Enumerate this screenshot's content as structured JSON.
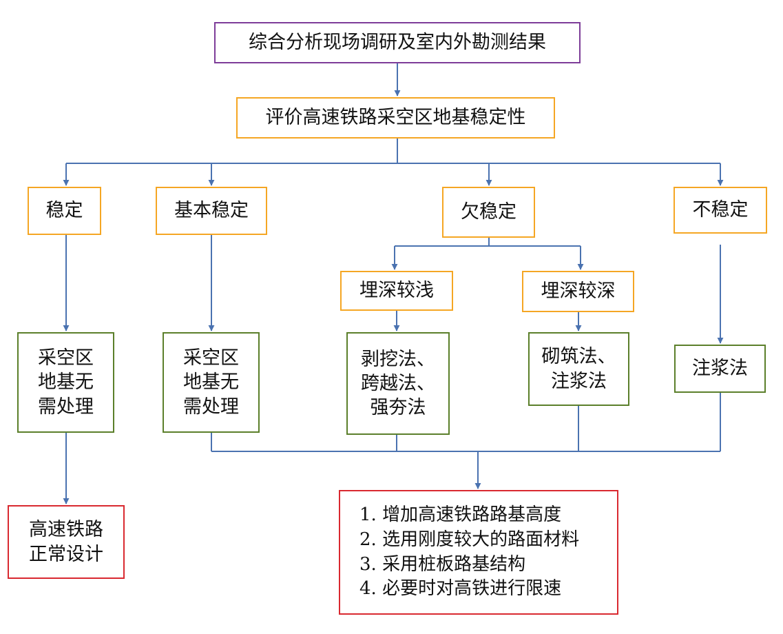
{
  "colors": {
    "arrow": "#4a72b0",
    "purple_border": "#7d3c98",
    "orange_border": "#f5a623",
    "green_border": "#5b7f2a",
    "red_border": "#d9282f"
  },
  "nodes": {
    "summary": {
      "label": "综合分析现场调研及室内外勘测结果"
    },
    "evaluate": {
      "label": "评价高速铁路采空区地基稳定性"
    },
    "stable": {
      "label": "稳定"
    },
    "basically_stable": {
      "label": "基本稳定"
    },
    "under_stable": {
      "label": "欠稳定"
    },
    "unstable": {
      "label": "不稳定"
    },
    "shallow": {
      "label": "埋深较浅"
    },
    "deep": {
      "label": "埋深较深"
    },
    "no_treatment_1": {
      "lines": [
        "采空区",
        "地基无",
        "需处理"
      ]
    },
    "no_treatment_2": {
      "lines": [
        "采空区",
        "地基无",
        "需处理"
      ]
    },
    "shallow_methods": {
      "lines": [
        "剥挖法、",
        "跨越法、",
        "强夯法"
      ]
    },
    "deep_methods": {
      "lines": [
        "砌筑法、",
        "注浆法"
      ]
    },
    "grouting": {
      "label": "注浆法"
    },
    "normal_design": {
      "lines": [
        "高速铁路",
        "正常设计"
      ]
    },
    "measures": {
      "lines": [
        "1.  增加高速铁路路基高度",
        "2.  选用刚度较大的路面材料",
        "3.  采用桩板路基结构",
        "4.  必要时对高铁进行限速"
      ]
    }
  }
}
